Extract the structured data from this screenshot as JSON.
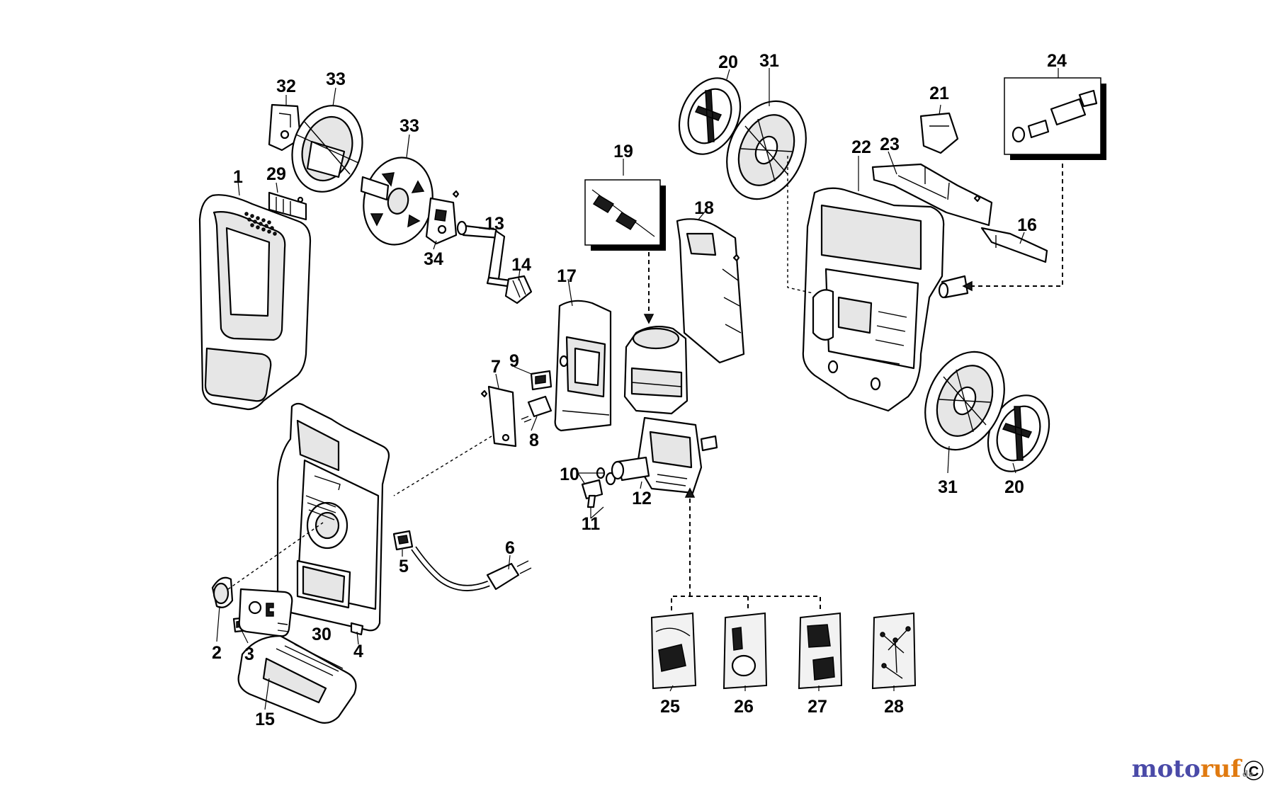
{
  "callouts": [
    "1",
    "2",
    "3",
    "4",
    "5",
    "6",
    "7",
    "8",
    "9",
    "10",
    "11",
    "12",
    "13",
    "14",
    "15",
    "16",
    "17",
    "18",
    "19",
    "20",
    "20",
    "21",
    "22",
    "23",
    "24",
    "25",
    "26",
    "27",
    "28",
    "29",
    "30",
    "31",
    "31",
    "32",
    "33",
    "33",
    "34"
  ],
  "watermark": {
    "part1": "moto",
    "part2": "ruf",
    "suffix": "de"
  },
  "colors": {
    "line": "#000000",
    "background": "#ffffff",
    "watermark_blue": "#4a4aa8",
    "watermark_orange": "#e07a10"
  }
}
